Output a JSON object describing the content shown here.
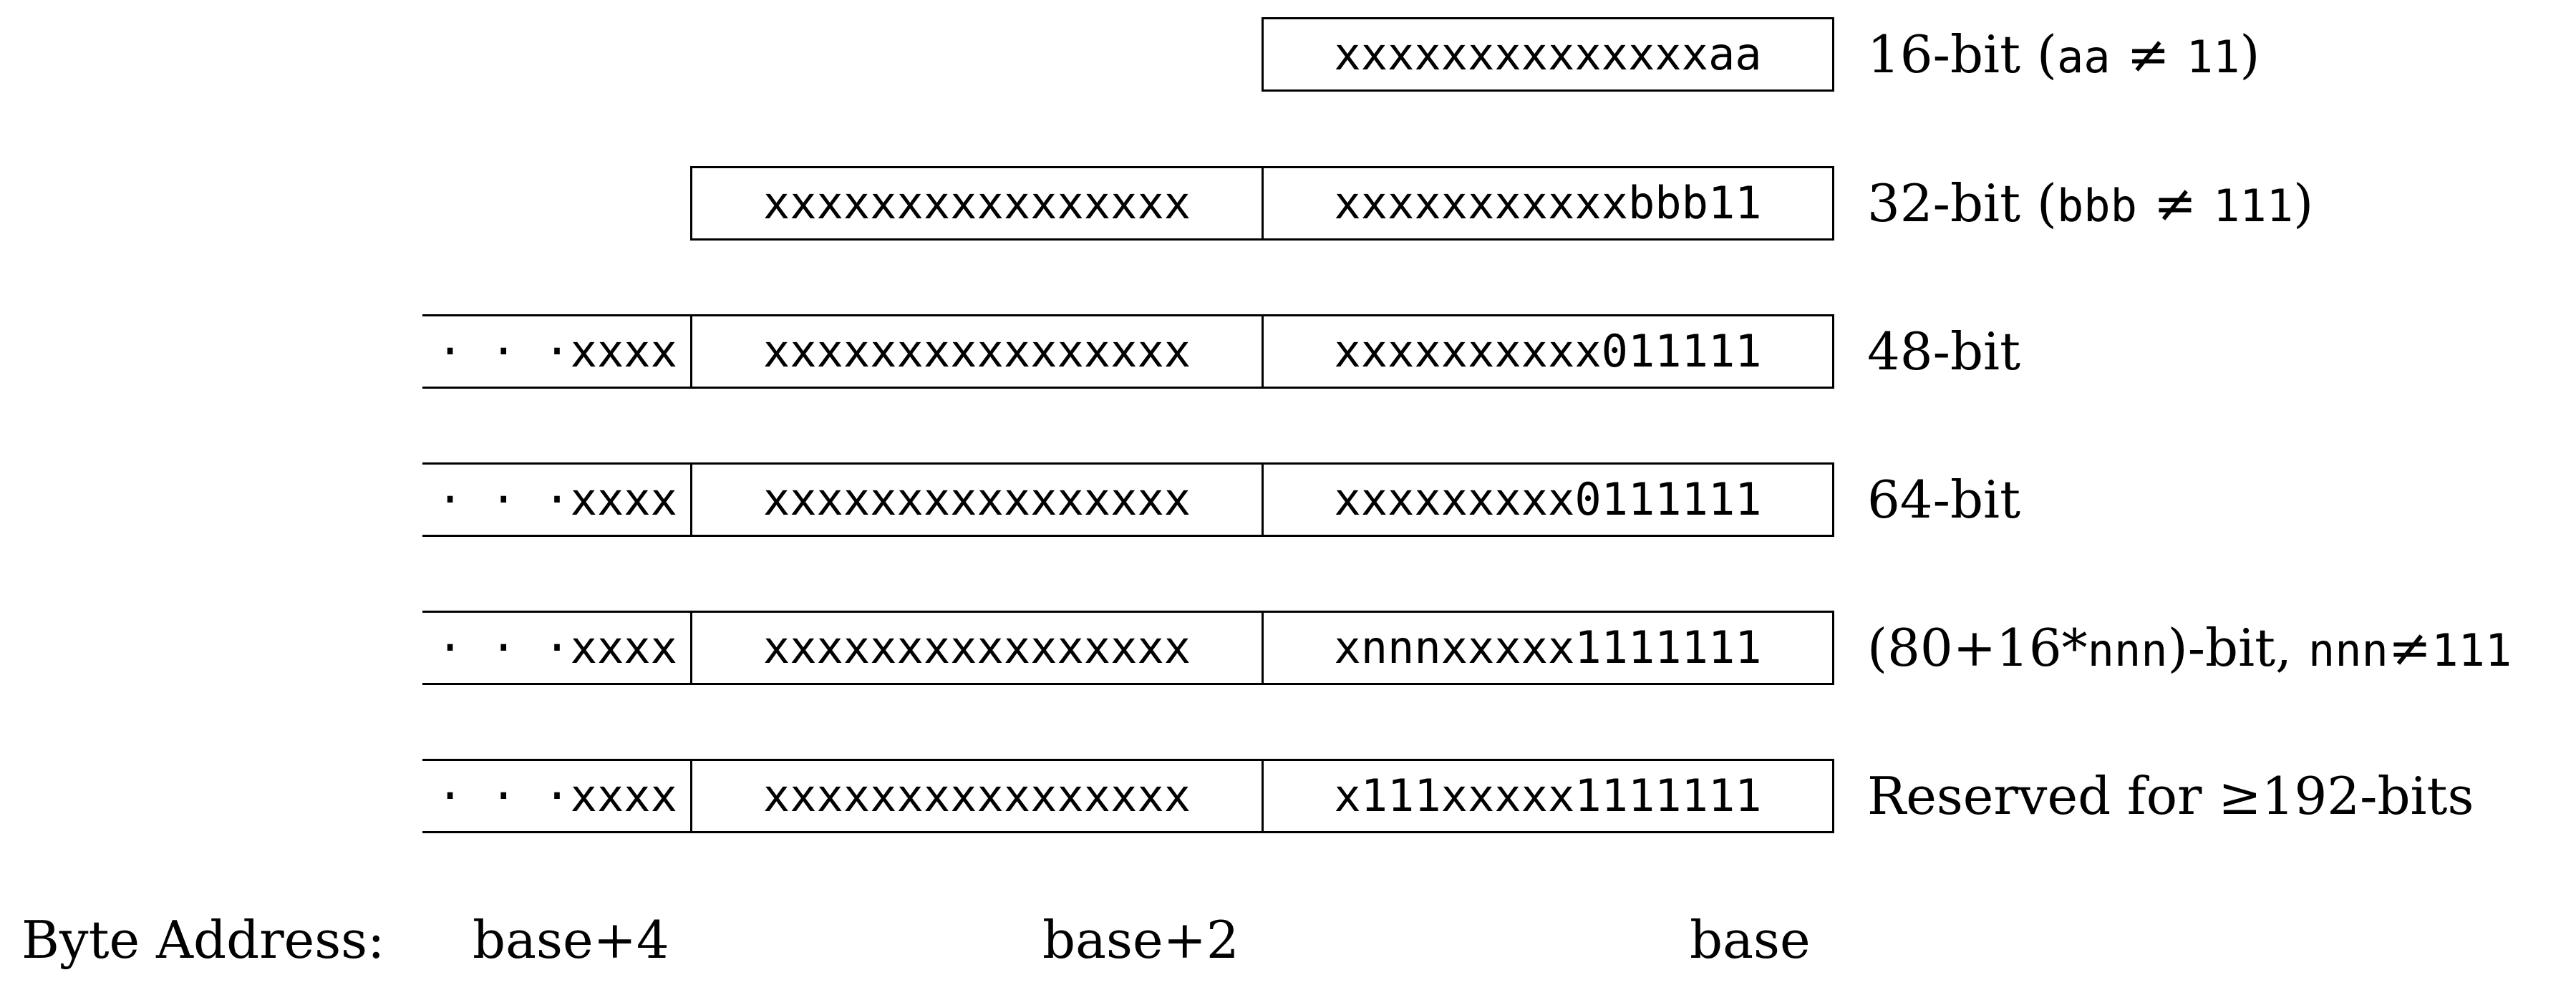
{
  "rows": [
    {
      "cells": [
        "xxxxxxxxxxxxxxaa"
      ],
      "label": {
        "pre": "16-bit (",
        "code": "aa",
        "op": " ≠ ",
        "code2": "11",
        "post": ")"
      }
    },
    {
      "cells": [
        "xxxxxxxxxxxxxxxx",
        "xxxxxxxxxxxbbb11"
      ],
      "label": {
        "pre": "32-bit (",
        "code": "bbb",
        "op": " ≠ ",
        "code2": "111",
        "post": ")"
      }
    },
    {
      "cells": [
        "· · ·xxxx",
        "xxxxxxxxxxxxxxxx",
        "xxxxxxxxxx011111"
      ],
      "label": {
        "text": "48-bit"
      }
    },
    {
      "cells": [
        "· · ·xxxx",
        "xxxxxxxxxxxxxxxx",
        "xxxxxxxxx0111111"
      ],
      "label": {
        "text": "64-bit"
      }
    },
    {
      "cells": [
        "· · ·xxxx",
        "xxxxxxxxxxxxxxxx",
        "xnnnxxxxx1111111"
      ],
      "label": {
        "pre": "(80+16*",
        "code": "nnn",
        "mid": ")-bit, ",
        "code2": "nnn",
        "op": "≠",
        "code3": "111"
      }
    },
    {
      "cells": [
        "· · ·xxxx",
        "xxxxxxxxxxxxxxxx",
        "x111xxxxx1111111"
      ],
      "label": {
        "text": "Reserved for ≥192-bits"
      }
    }
  ],
  "address": {
    "title": "Byte Address:",
    "base4": "base+4",
    "base2": "base+2",
    "base": "base"
  }
}
